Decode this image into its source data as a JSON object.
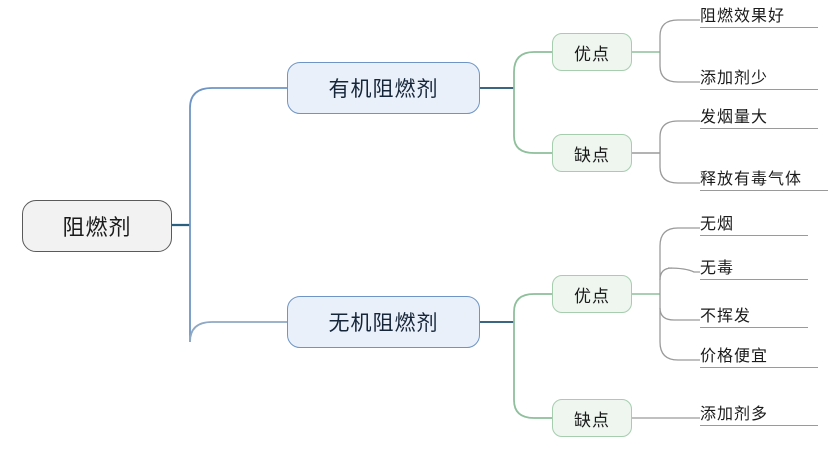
{
  "diagram": {
    "type": "mind-map",
    "title": "阻燃剂",
    "orientation": "left-to-right",
    "background": "#ffffff",
    "colors": {
      "root_fill": "#f2f2f2",
      "root_border": "#5a5a5a",
      "level2_fill": "#eaf0f9",
      "level2_border": "#6e95c4",
      "level3_fill": "#eef6ef",
      "level3_border": "#a6cdae",
      "leaf_underline": "#9a9a9a",
      "edge_blue": "#6e95c4",
      "edge_blue_stub": "#1f5170",
      "edge_green": "#8fbf9c",
      "edge_gray": "#9a9a9a"
    }
  },
  "root": {
    "label": "阻燃剂"
  },
  "branches": [
    {
      "label": "有机阻燃剂",
      "groups": [
        {
          "label": "优点",
          "leaves": [
            {
              "label": "阻燃效果好"
            },
            {
              "label": "添加剂少"
            }
          ]
        },
        {
          "label": "缺点",
          "leaves": [
            {
              "label": "发烟量大"
            },
            {
              "label": "释放有毒气体"
            }
          ]
        }
      ]
    },
    {
      "label": "无机阻燃剂",
      "groups": [
        {
          "label": "优点",
          "leaves": [
            {
              "label": "无烟"
            },
            {
              "label": "无毒"
            },
            {
              "label": "不挥发"
            },
            {
              "label": "价格便宜"
            }
          ]
        },
        {
          "label": "缺点",
          "leaves": [
            {
              "label": "添加剂多"
            }
          ]
        }
      ]
    }
  ]
}
